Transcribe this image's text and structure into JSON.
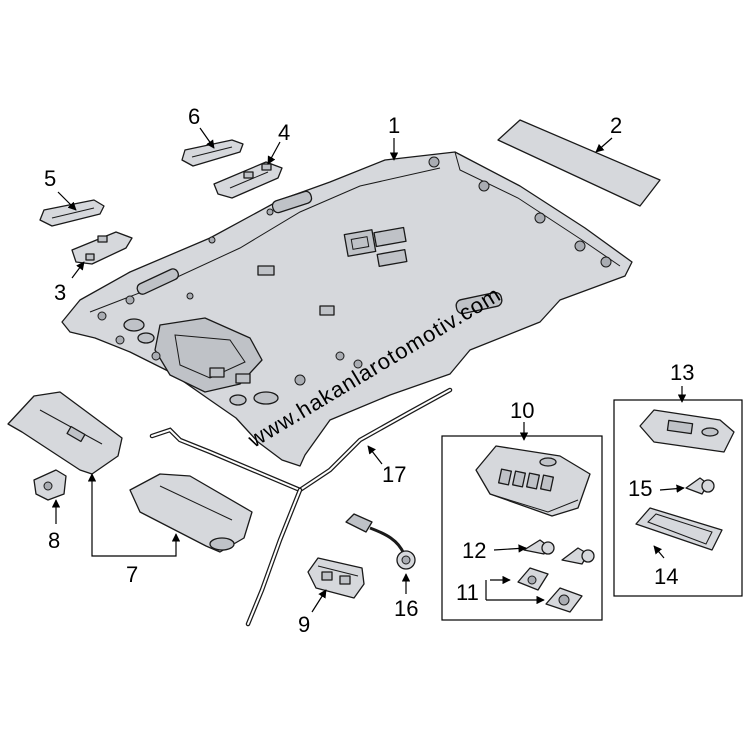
{
  "callouts": [
    {
      "id": "1",
      "text": "1"
    },
    {
      "id": "2",
      "text": "2"
    },
    {
      "id": "3",
      "text": "3"
    },
    {
      "id": "4",
      "text": "4"
    },
    {
      "id": "5",
      "text": "5"
    },
    {
      "id": "6",
      "text": "6"
    },
    {
      "id": "7",
      "text": "7"
    },
    {
      "id": "8",
      "text": "8"
    },
    {
      "id": "9",
      "text": "9"
    },
    {
      "id": "10",
      "text": "10"
    },
    {
      "id": "11",
      "text": "11"
    },
    {
      "id": "12",
      "text": "12"
    },
    {
      "id": "13",
      "text": "13"
    },
    {
      "id": "14",
      "text": "14"
    },
    {
      "id": "15",
      "text": "15"
    },
    {
      "id": "16",
      "text": "16"
    },
    {
      "id": "17",
      "text": "17"
    }
  ],
  "watermark": "www.hakanlarotomotiv.com"
}
